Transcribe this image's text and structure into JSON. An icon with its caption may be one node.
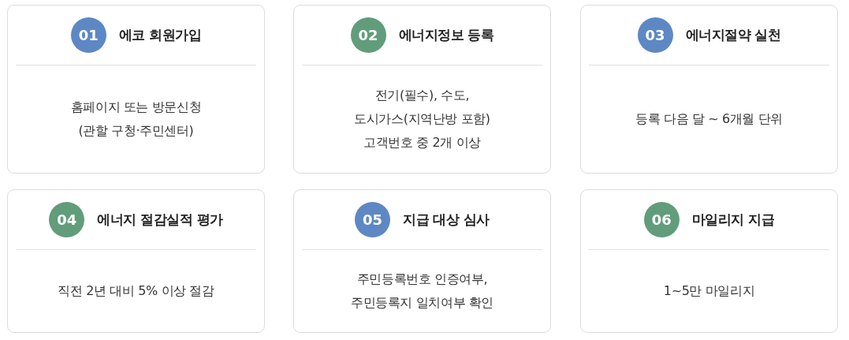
{
  "diagram": {
    "nodes": [
      {
        "text": [
          "에코 회원가입",
          "홈페이지 또는 방문신청 (관할 구청·주민센터)"
        ]
      },
      {
        "text": [
          "01"
        ],
        "in": 0
      },
      {
        "text": [
          "에너지정보 등록",
          "전기(필수), 수도, 도시가스(지역난방 포함) 고객번호 중 2개 이상"
        ]
      },
      {
        "text": [
          "02"
        ],
        "in": 2
      },
      {
        "text": [
          "에너지절약 실천",
          "등록 다음 달 ~ 6개월 단위"
        ]
      },
      {
        "text": [
          "03"
        ],
        "in": 4
      },
      {
        "text": [
          "에너지 절감실적 평가",
          "직전 2년 대비 5% 이상 절감"
        ]
      },
      {
        "text": [
          "04"
        ],
        "in": 6
      },
      {
        "text": [
          "지급 대상 심사",
          "주민등록번호 인증여부, 주민등록지 일치여부 확인"
        ]
      },
      {
        "text": [
          "05"
        ],
        "in": 8
      },
      {
        "text": [
          "마일리지 지급",
          "1~5만 마일리지"
        ]
      },
      {
        "text": [
          "06"
        ],
        "in": 10
      }
    ],
    "edges": []
  }
}
